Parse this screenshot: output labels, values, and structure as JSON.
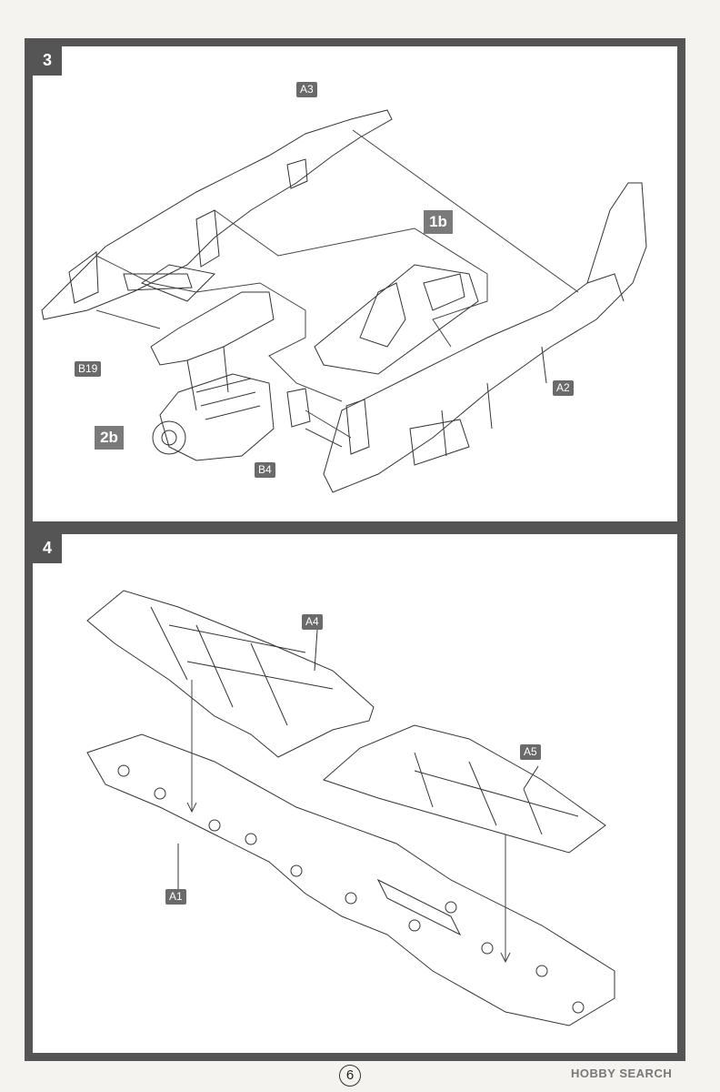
{
  "steps": [
    {
      "number": "3",
      "parts": [
        "A3",
        "B19",
        "B4",
        "A2"
      ],
      "subassemblies": [
        "1b",
        "2b"
      ]
    },
    {
      "number": "4",
      "parts": [
        "A4",
        "A5",
        "A1"
      ]
    }
  ],
  "page_number": "6",
  "watermark": "HOBBY SEARCH",
  "colors": {
    "frame": "#555555",
    "label_bg": "#6a6a6a",
    "line": "#333333"
  }
}
